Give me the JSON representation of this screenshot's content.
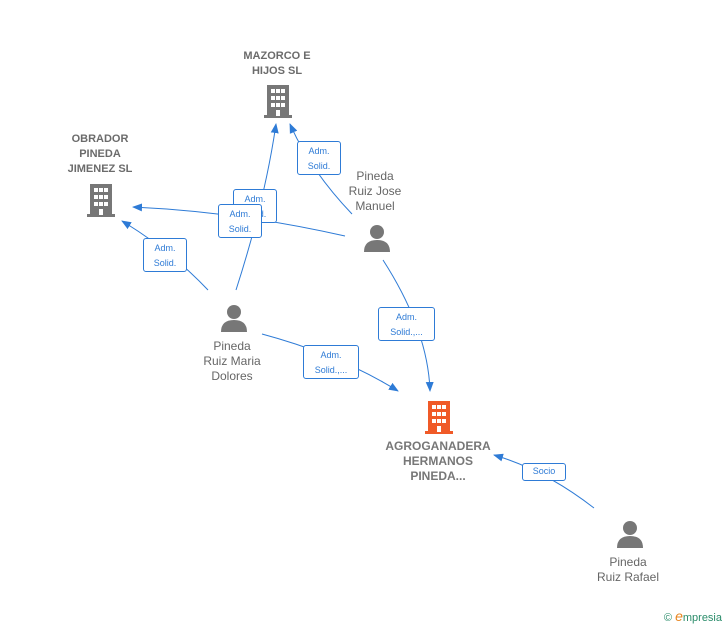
{
  "nodes": {
    "mazorco": {
      "label": "MAZORCO E\nHIJOS SL"
    },
    "obrador": {
      "label": "OBRADOR\nPINEDA\nJIMENEZ SL"
    },
    "agro": {
      "label": "AGROGANADERA\nHERMANOS\nPINEDA..."
    },
    "jose": {
      "label": "Pineda\nRuiz Jose\nManuel"
    },
    "maria": {
      "label": "Pineda\nRuiz Maria\nDolores"
    },
    "rafael": {
      "label": "Pineda\nRuiz Rafael"
    }
  },
  "edges": {
    "e1": "Adm.\nSolid.",
    "e2": "Adm.\nSolid.",
    "e3": "Adm.\nSolid.",
    "e4": "Adm.\nSolid.",
    "e5": "Adm.\nSolid.,...",
    "e6": "Adm.\nSolid.,...",
    "e7": "Socio"
  },
  "colors": {
    "edge": "#2e7bd6",
    "company": "#777777",
    "main_company": "#f05a28",
    "person": "#777777"
  },
  "footer": {
    "copyright": "©",
    "brand_e": "e",
    "brand_rest": "mpresia"
  }
}
